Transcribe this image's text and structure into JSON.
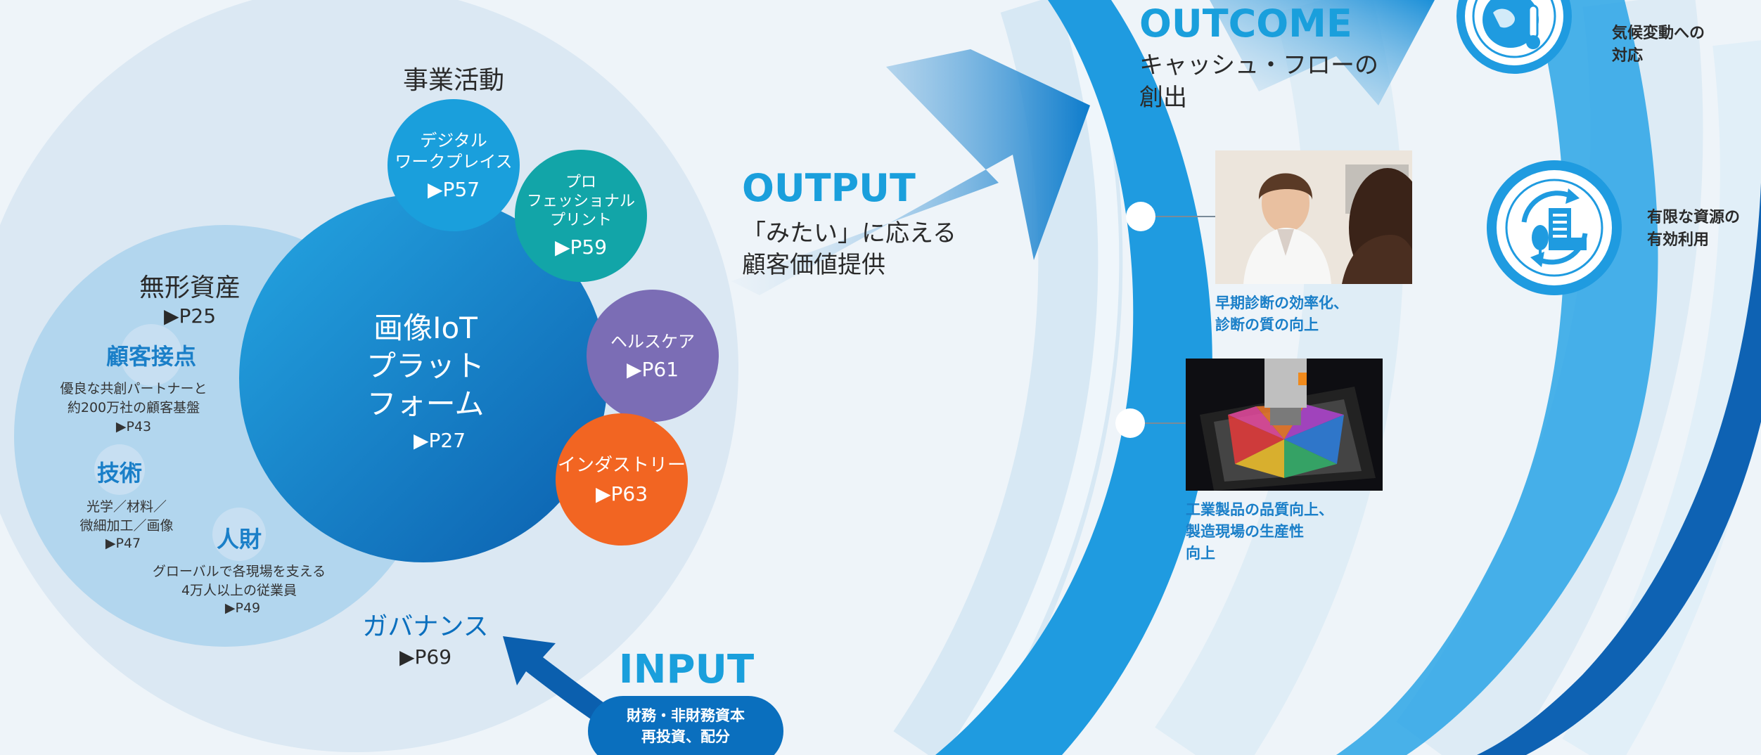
{
  "business_activities": {
    "title": "事業活動"
  },
  "platform": {
    "title": "画像IoT\nプラット\nフォーム",
    "page": "▶P27"
  },
  "domains": [
    {
      "label": "デジタル\nワークプレイス",
      "page": "▶P57",
      "color": "#1a9fdc"
    },
    {
      "label": "プロ\nフェッショナル\nプリント",
      "page": "▶P59",
      "color": "#12a5a8"
    },
    {
      "label": "ヘルスケア",
      "page": "▶P61",
      "color": "#7b6db5"
    },
    {
      "label": "インダストリー",
      "page": "▶P63",
      "color": "#f26522"
    }
  ],
  "intangible": {
    "title": "無形資産",
    "page": "▶P25",
    "items": [
      {
        "title": "顧客接点",
        "desc": "優良な共創パートナーと\n約200万社の顧客基盤",
        "page": "▶P43"
      },
      {
        "title": "技術",
        "desc": "光学／材料／\n微細加工／画像",
        "page": "▶P47"
      },
      {
        "title": "人財",
        "desc": "グローバルで各現場を支える\n4万人以上の従業員",
        "page": "▶P49"
      }
    ]
  },
  "governance": {
    "title": "ガバナンス",
    "page": "▶P69"
  },
  "input": {
    "title": "INPUT",
    "desc": "財務・非財務資本\n再投資、配分"
  },
  "output": {
    "title": "OUTPUT",
    "desc": "「みたい」に応える\n顧客価値提供"
  },
  "outcome": {
    "title": "OUTCOME",
    "desc": "キャッシュ・フローの\n創出"
  },
  "outcome_items": [
    {
      "caption": "早期診断の効率化、\n診断の質の向上",
      "photo": "doctor-photo"
    },
    {
      "caption": "工業製品の品質向上、\n製造現場の生産性\n向上",
      "photo": "inspection-photo"
    }
  ],
  "impacts": [
    {
      "label": "気候変動への\n対応",
      "icon": "globe-thermometer-icon"
    },
    {
      "label": "有限な資源の\n有効利用",
      "icon": "recycle-building-icon"
    }
  ],
  "colors": {
    "brand_blue": "#0a6fbe",
    "heading_blue": "#1a9fdc",
    "caption_blue": "#1a7fc8",
    "ring_blue": "#0d7ccc"
  }
}
